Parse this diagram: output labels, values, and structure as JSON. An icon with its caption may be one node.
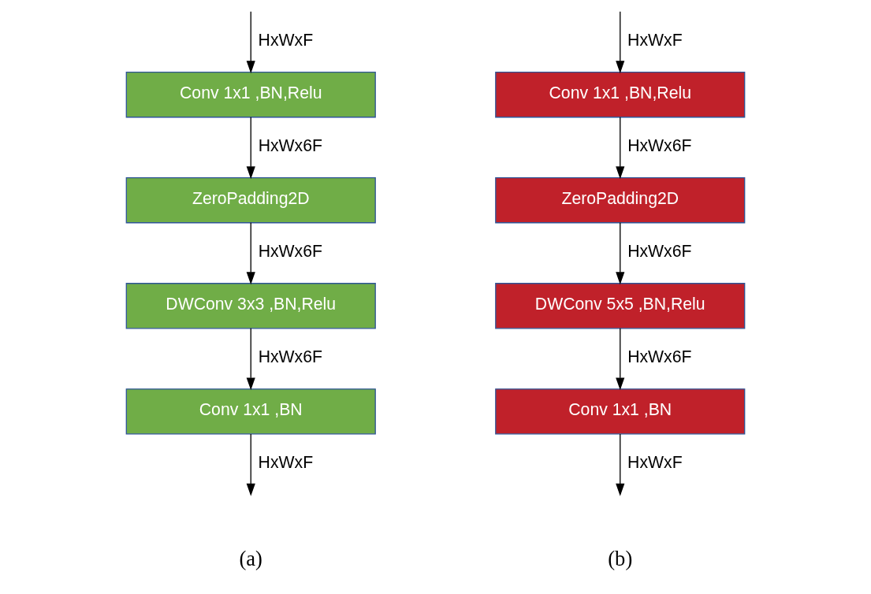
{
  "diagram": {
    "nodes": [
      {
        "text": [
          "Conv 1x1 ,BN,Relu"
        ]
      },
      {
        "text": [
          "ZeroPadding2D"
        ]
      },
      {
        "text": [
          "DWConv 3x3 ,BN,Relu"
        ]
      },
      {
        "text": [
          "Conv 1x1 ,BN"
        ]
      },
      {
        "text": [
          "Conv 1x1 ,BN,Relu"
        ]
      },
      {
        "text": [
          "ZeroPadding2D"
        ]
      },
      {
        "text": [
          "DWConv 5x5 ,BN,Relu"
        ]
      },
      {
        "text": [
          "Conv 1x1 ,BN"
        ]
      }
    ],
    "edges": [
      {
        "from": null,
        "to": 0,
        "arrow": "to",
        "label": "HxWxF"
      },
      {
        "from": 0,
        "to": 1,
        "arrow": "to",
        "label": "HxWx6F"
      },
      {
        "from": 1,
        "to": 2,
        "arrow": "to",
        "label": "HxWx6F"
      },
      {
        "from": 2,
        "to": 3,
        "arrow": "to",
        "label": "HxWx6F"
      },
      {
        "from": 3,
        "to": null,
        "arrow": "to",
        "label": "HxWxF"
      },
      {
        "from": null,
        "to": 4,
        "arrow": "to",
        "label": "HxWxF"
      },
      {
        "from": 4,
        "to": 5,
        "arrow": "to",
        "label": "HxWx6F"
      },
      {
        "from": 5,
        "to": 6,
        "arrow": "to",
        "label": "HxWx6F"
      },
      {
        "from": 6,
        "to": 7,
        "arrow": "to",
        "label": "HxWx6F"
      },
      {
        "from": 7,
        "to": null,
        "arrow": "to",
        "label": "HxWxF"
      }
    ],
    "labels": [
      "(a)",
      "(b)"
    ]
  }
}
